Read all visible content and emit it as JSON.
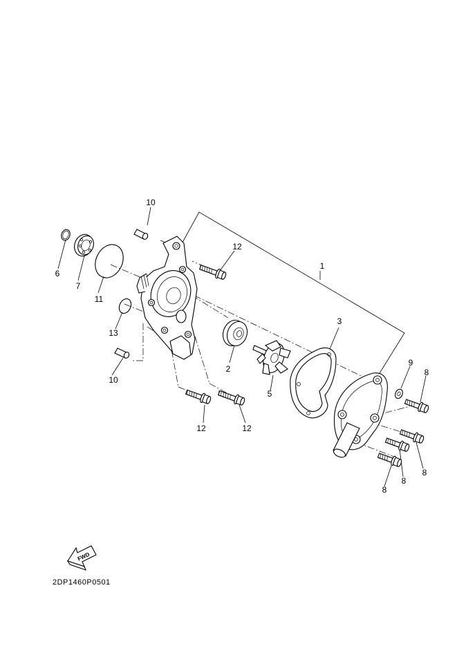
{
  "diagram": {
    "drawing_code": "2DP1460P0501",
    "fwd_label": "FWD",
    "callouts": {
      "c1": "1",
      "c2": "2",
      "c3": "3",
      "c5": "5",
      "c6": "6",
      "c7": "7",
      "c8a": "8",
      "c8b": "8",
      "c8c": "8",
      "c8d": "8",
      "c9": "9",
      "c10a": "10",
      "c10b": "10",
      "c11": "11",
      "c12a": "12",
      "c12b": "12",
      "c12c": "12",
      "c13": "13"
    }
  }
}
